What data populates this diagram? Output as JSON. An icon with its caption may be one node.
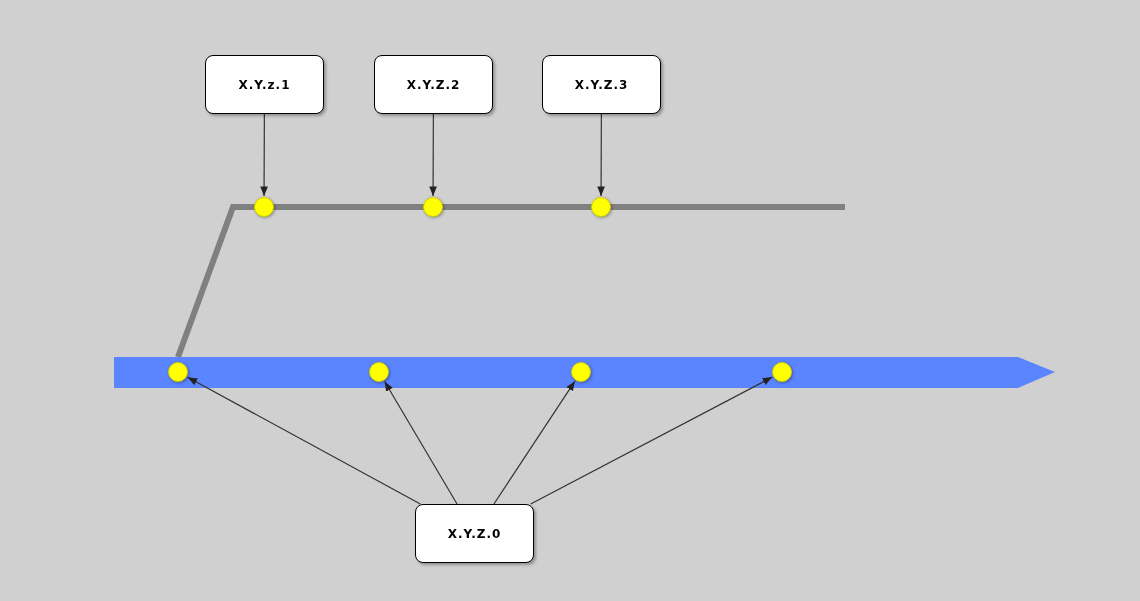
{
  "diagram": {
    "nodes": [
      {
        "text": [
          "X.Y.z.1"
        ]
      },
      {
        "text": [
          "X.Y.Z.2"
        ]
      },
      {
        "text": [
          "X.Y.Z.3"
        ]
      },
      {
        "text": [],
        "shape": "circle"
      },
      {
        "text": [],
        "shape": "circle"
      },
      {
        "text": [],
        "shape": "circle"
      },
      {
        "text": [],
        "shape": "circle"
      },
      {
        "text": [],
        "shape": "circle"
      },
      {
        "text": [],
        "shape": "circle"
      },
      {
        "text": [],
        "shape": "circle"
      },
      {
        "text": [
          "X.Y.Z.0"
        ]
      }
    ],
    "edges": [
      {
        "from": 0,
        "to": 3,
        "arrow": "to"
      },
      {
        "from": 1,
        "to": 4,
        "arrow": "to"
      },
      {
        "from": 2,
        "to": 5,
        "arrow": "to"
      },
      {
        "from": 10,
        "to": 6,
        "arrow": "to"
      },
      {
        "from": 10,
        "to": 7,
        "arrow": "to"
      },
      {
        "from": 10,
        "to": 8,
        "arrow": "to"
      },
      {
        "from": 10,
        "to": 9,
        "arrow": "to"
      }
    ]
  }
}
